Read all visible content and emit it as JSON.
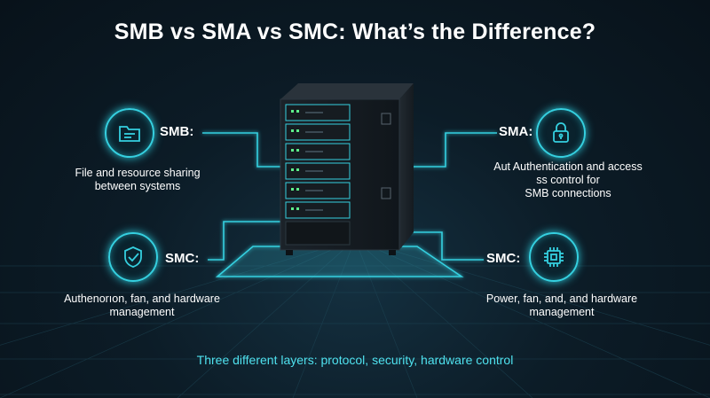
{
  "title": "SMB vs SMA vs SMC: What’s the Difference?",
  "nodes": {
    "smb": {
      "label": "SMB:",
      "desc_line1": "File and resource sharing",
      "desc_line2": "between systems",
      "icon": "folder-icon"
    },
    "sma": {
      "label": "SMA:",
      "desc_line1": "Aut Authentication and access",
      "desc_line2": "ss control for",
      "desc_line3": "SMB connections",
      "icon": "lock-icon"
    },
    "smc_left": {
      "label": "SMC:",
      "desc_line1": "Authenorıon, fan, and hardware",
      "desc_line2": "management",
      "icon": "shield-check-icon"
    },
    "smc_right": {
      "label": "SMC:",
      "desc_line1": "Power, fan, and, and hardware",
      "desc_line2": "management",
      "icon": "chip-icon"
    }
  },
  "footer": "Three different layers: protocol, security, hardware control",
  "colors": {
    "accent": "#35d0e0",
    "background": "#0c1c27",
    "footer_text": "#4fe1ee"
  }
}
